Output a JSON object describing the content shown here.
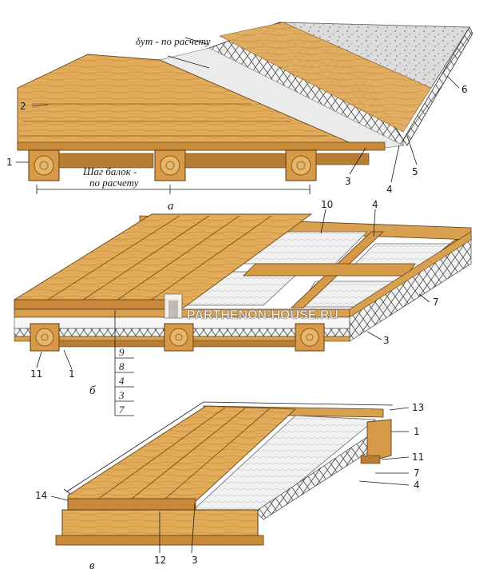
{
  "panel_a": {
    "caption": "а",
    "labels": {
      "n1": "1",
      "n2": "2",
      "n3": "3",
      "n4": "4",
      "n5": "5",
      "n6": "6",
      "insulation_thickness": "δут - по расчету",
      "joist_spacing_line1": "Шаг балок -",
      "joist_spacing_line2": "по расчету"
    }
  },
  "panel_b": {
    "caption": "б",
    "labels": {
      "n10": "10",
      "n4": "4",
      "n7": "7",
      "n3": "3",
      "n11": "11",
      "n1": "1"
    },
    "layer_stack": [
      "9",
      "8",
      "4",
      "3",
      "7"
    ]
  },
  "panel_c": {
    "caption": "в",
    "labels": {
      "n13": "13",
      "n1": "1",
      "n11": "11",
      "n7": "7",
      "n4": "4",
      "n14": "14",
      "n12": "12",
      "n3": "3"
    }
  },
  "watermark": "PARTHENON-HOUSE.RU",
  "colors": {
    "wood_light": "#e8b464",
    "wood_mid": "#d49a45",
    "wood_dark": "#a86c24",
    "insulation": "#f3f3f3",
    "screed": "#d8d8d8",
    "outline": "#3a2a14"
  }
}
